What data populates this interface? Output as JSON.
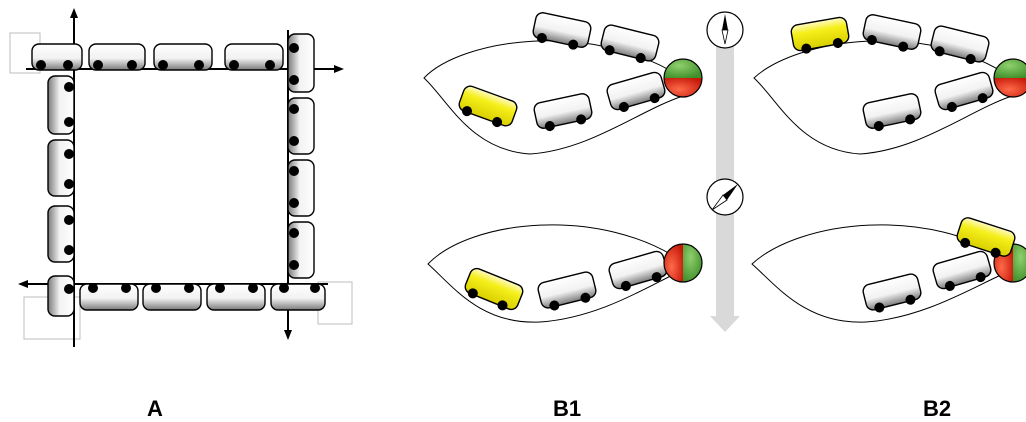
{
  "panels": {
    "a": {
      "label": "A"
    },
    "b1": {
      "label": "B1"
    },
    "b2": {
      "label": "B2"
    }
  },
  "colors": {
    "highlight_car": "#f5ef1a",
    "signal_go": "#5aa83a",
    "signal_stop": "#e02418",
    "time_arrow": "#d9d9d9"
  },
  "icons": {
    "car": "car-icon",
    "traffic_signal": "traffic-signal-icon",
    "clock": "clock-icon",
    "time_arrow": "arrow-down-icon"
  }
}
